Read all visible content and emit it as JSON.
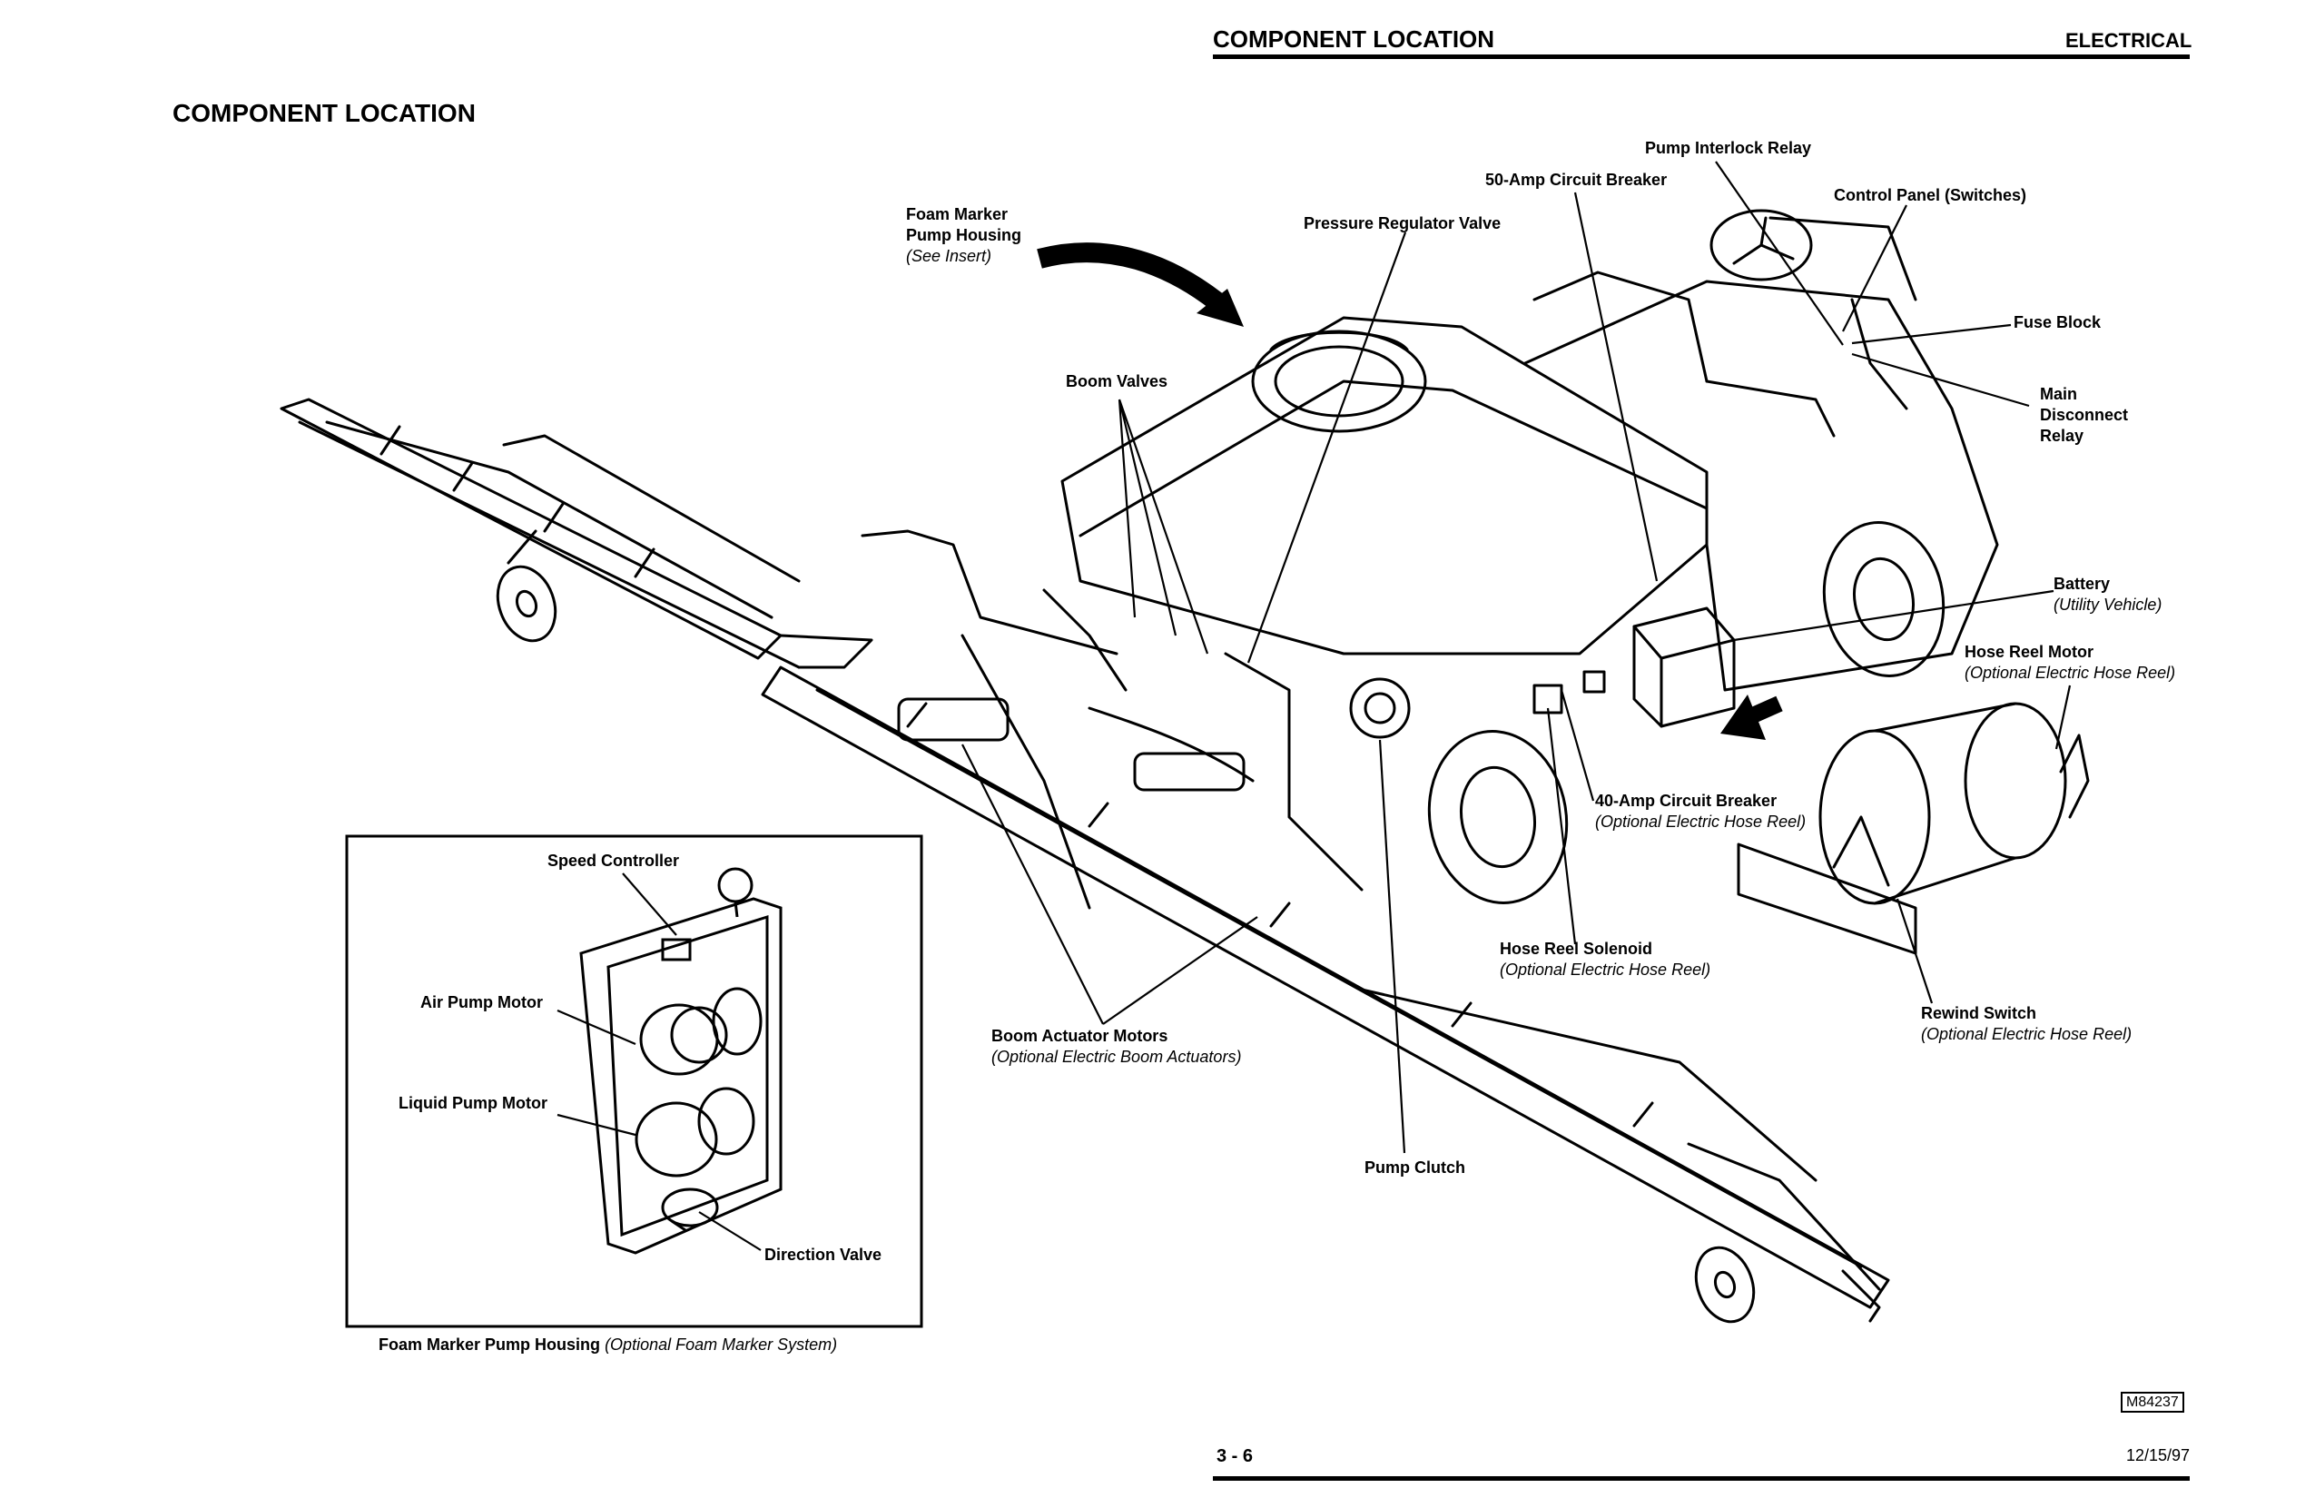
{
  "header": {
    "title": "COMPONENT LOCATION",
    "section": "ELECTRICAL"
  },
  "page_heading": "COMPONENT LOCATION",
  "labels": {
    "foam_marker_line1": "Foam Marker",
    "foam_marker_line2": "Pump Housing",
    "foam_marker_note": "(See Insert)",
    "pressure_regulator": "Pressure Regulator Valve",
    "circuit_breaker_50": "50-Amp Circuit Breaker",
    "pump_interlock": "Pump Interlock Relay",
    "control_panel": "Control Panel (Switches)",
    "fuse_block": "Fuse Block",
    "main_disconnect_line1": "Main",
    "main_disconnect_line2": "Disconnect",
    "main_disconnect_line3": "Relay",
    "boom_valves": "Boom Valves",
    "battery": "Battery",
    "battery_note": "(Utility Vehicle)",
    "hose_reel_motor": "Hose Reel Motor",
    "hose_reel_motor_note": "(Optional Electric Hose Reel)",
    "circuit_breaker_40": "40-Amp Circuit Breaker",
    "circuit_breaker_40_note": "(Optional Electric Hose Reel)",
    "hose_reel_solenoid": "Hose Reel Solenoid",
    "hose_reel_solenoid_note": "(Optional Electric Hose Reel)",
    "rewind_switch": "Rewind Switch",
    "rewind_switch_note": "(Optional Electric Hose Reel)",
    "boom_actuator": "Boom Actuator Motors",
    "boom_actuator_note": "(Optional Electric Boom Actuators)",
    "pump_clutch": "Pump Clutch"
  },
  "insert": {
    "speed_controller": "Speed Controller",
    "air_pump_motor": "Air Pump Motor",
    "liquid_pump_motor": "Liquid Pump Motor",
    "direction_valve": "Direction Valve",
    "caption": "Foam Marker Pump Housing",
    "caption_note": "(Optional Foam Marker System)"
  },
  "footer": {
    "figure_id": "M84237",
    "page_number": "3 - 6",
    "date": "12/15/97"
  }
}
